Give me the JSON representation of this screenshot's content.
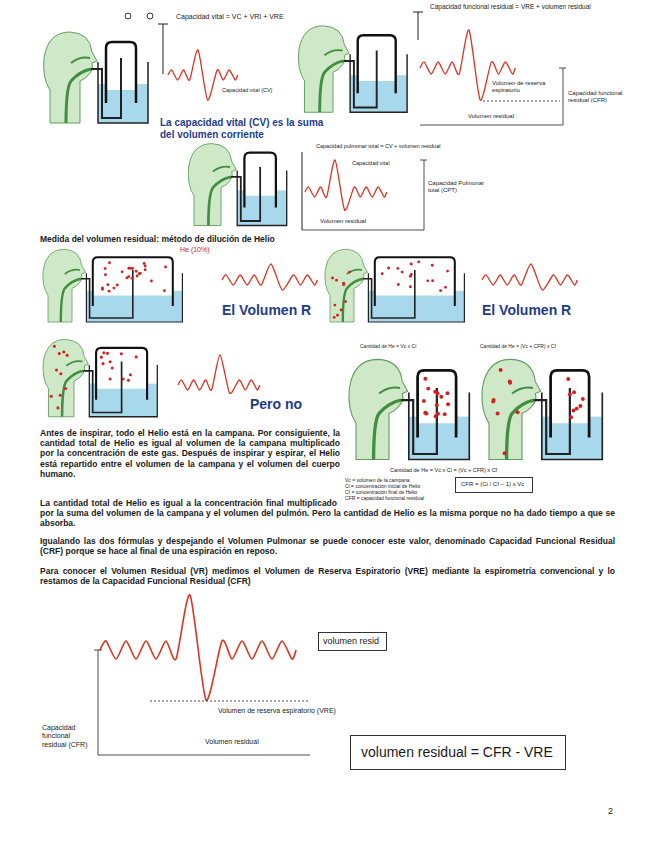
{
  "diagram": {
    "nodes": [
      {
        "text": [
          "CFR = (Ci / Cf − 1) x Vc"
        ]
      },
      {
        "text": [
          "volumen resid"
        ]
      },
      {
        "text": [
          "volumen residual = CFR - VRE"
        ]
      }
    ],
    "labels": [
      "Capacidad vital = VC + VRI + VRE",
      "Capacidad vital (CV)",
      "La capacidad vital (CV) es la suma del volumen corriente",
      "Capacidad funcional residual = VRE + volumen residual",
      "Volumen de reserva espiratorio",
      "Capacidad funcional residual (CFR)",
      "Volumen residual",
      "Capacidad pulmonar total = CV + volumen residual",
      "Capacidad vital",
      "Capacidad Pulmonar total (CPT)",
      "Volumen residual",
      "Medida del volumen residual: método de dilución de Helio",
      "He (10%)",
      "El Volumen R",
      "El Volumen R",
      "Pero no",
      "Cantidad de He = Vc x Ci",
      "Cantidad de He = (Vc + CFR) x Cf",
      "Cantidad de He = Vc x Ci = (Vc + CFR) x Cf",
      "Vc = volumen de la campana",
      "Ci = concentración inicial de Helio",
      "Cf = concentración final de Helio",
      "CFR = capacidad funcional residual",
      "Antes de inspirar, todo el Helio está en la campana. Por consiguiente, la cantidad total de Helio es igual al volumen de la campana multiplicado por la concentración de este gas. Después de inspirar y espirar, el Helio está repartido entre el volumen de la campana y el volumen del cuerpo humano.",
      "La cantidad total de Helio es igual a la concentración final multiplicado por la suma del volumen de la campana y el volumen del pulmón. Pero la cantidad de Helio es la misma porque no ha dado tiempo a que se absorba.",
      "Igualando las dos fórmulas y despejando el Volumen Pulmonar se puede conocer este valor, denominado Capacidad Funcional Residual (CRF) porque se hace al final de una espiración en reposo.",
      "Para conocer el Volumen Residual (VR) medimos el Volumen de Reserva Espiratorio (VRE) mediante la espirometría convencional y lo restamos de la Capacidad Funcional Residual (CFR)",
      "Capacidad funcional residual (CFR)",
      "Volumen de reserva espiratorio (VRE)",
      "Volumen residual",
      "2"
    ]
  }
}
